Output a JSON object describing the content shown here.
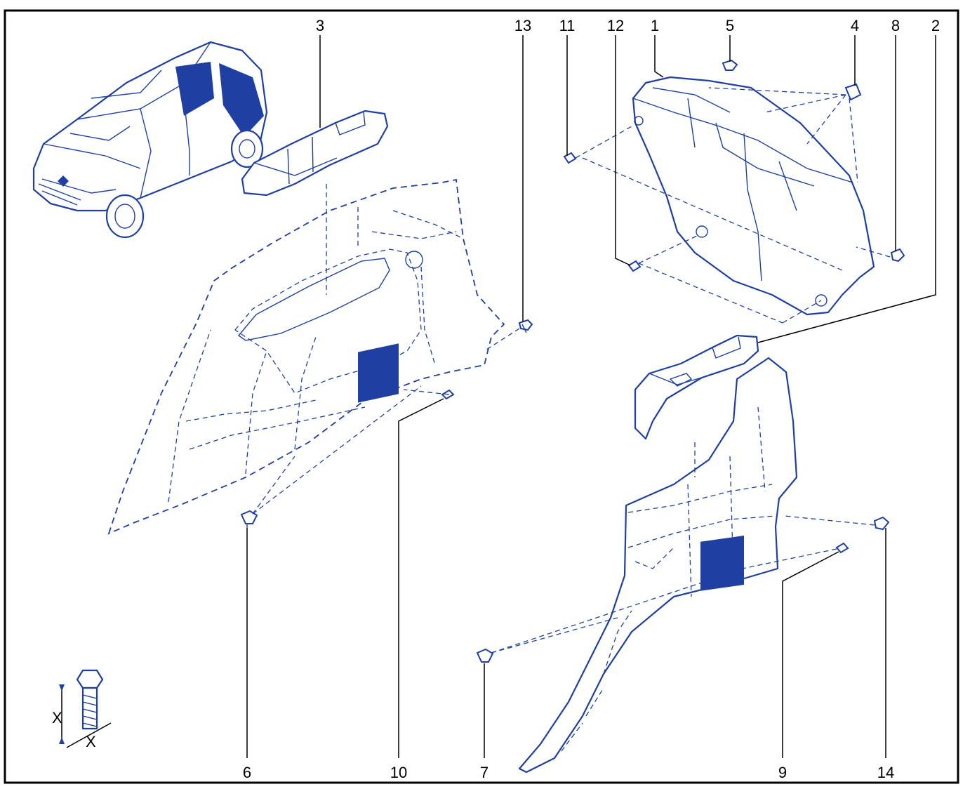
{
  "diagram": {
    "part_labels": {
      "p1": "1",
      "p2": "2",
      "p3": "3",
      "p4": "4",
      "p5": "5",
      "p6": "6",
      "p7": "7",
      "p8": "8",
      "p9": "9",
      "p10": "10",
      "p11": "11",
      "p12": "12",
      "p13": "13",
      "p14": "14"
    },
    "bolt_legend": {
      "x1": "X",
      "x2": "X"
    },
    "colors": {
      "line": "#1f3fa3",
      "frame": "#000000",
      "background": "#ffffff"
    }
  }
}
